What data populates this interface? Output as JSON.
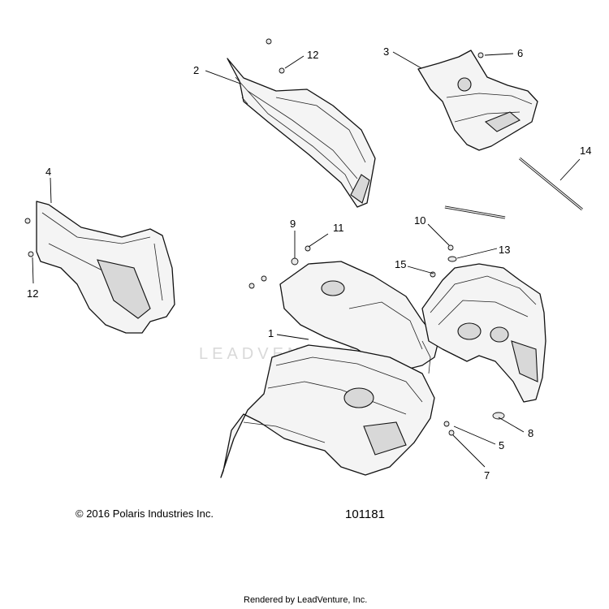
{
  "callouts": {
    "c1": "1",
    "c2": "2",
    "c3": "3",
    "c4": "4",
    "c5": "5",
    "c6": "6",
    "c7": "7",
    "c8": "8",
    "c9": "9",
    "c10": "10",
    "c11": "11",
    "c12a": "12",
    "c12b": "12",
    "c13": "13",
    "c14": "14",
    "c15": "15"
  },
  "watermark": "LEADVENTURE",
  "footer": {
    "copyright": "© 2016 Polaris Industries Inc.",
    "drawing_number": "101181",
    "rendered_by": "Rendered by LeadVenture, Inc."
  }
}
